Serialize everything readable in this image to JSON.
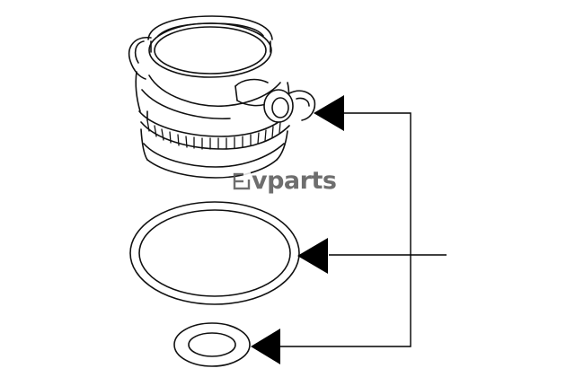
{
  "diagram": {
    "parts": [
      {
        "name": "housing"
      },
      {
        "name": "large-o-ring"
      },
      {
        "name": "small-o-ring"
      }
    ],
    "callout_color": "#000000"
  },
  "watermark": {
    "text": "vparts",
    "icon": "ev-logo-icon"
  }
}
